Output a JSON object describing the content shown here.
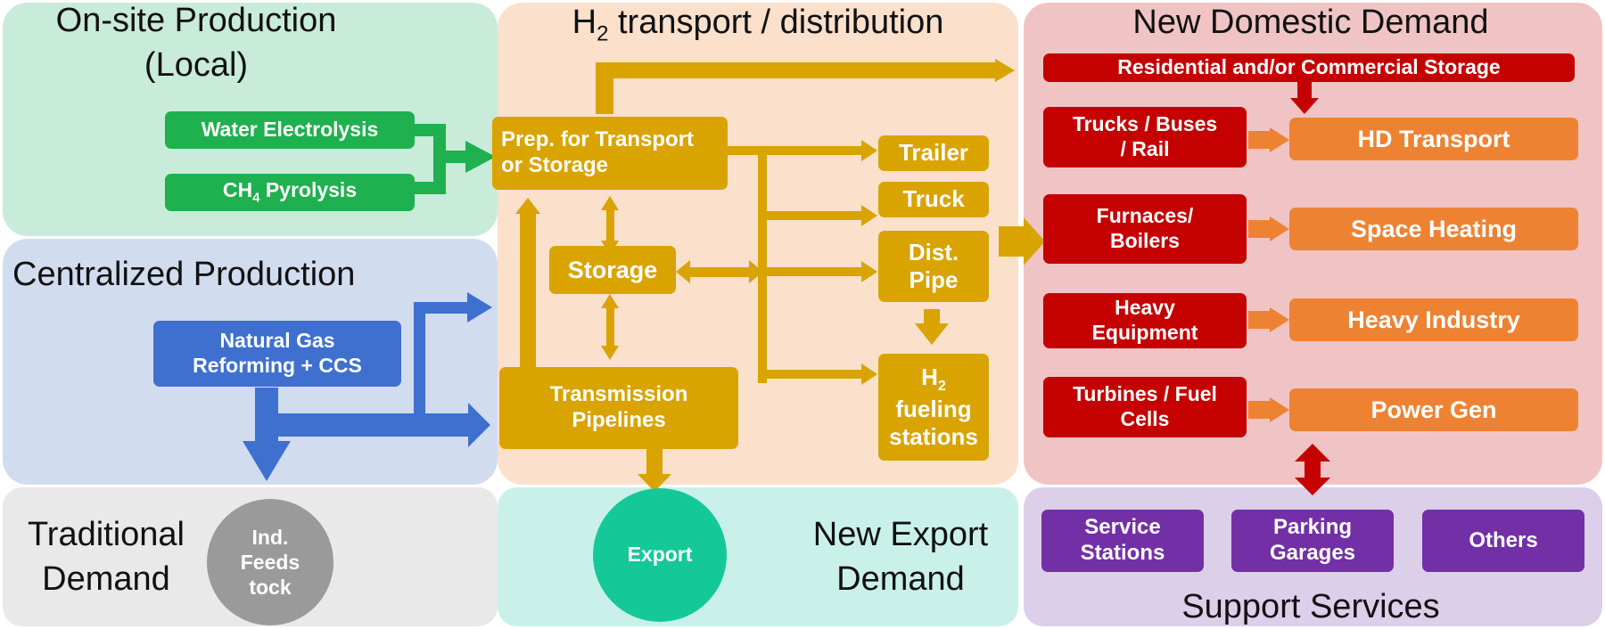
{
  "panels": {
    "onsite": {
      "title_line1": "On-site Production",
      "title_line2": "(Local)"
    },
    "transport": {
      "title_main": "H",
      "title_sub": "2",
      "title_rest": " transport / distribution"
    },
    "domestic": {
      "title": "New Domestic Demand"
    },
    "centralized": {
      "title": "Centralized Production"
    },
    "traditional": {
      "title_line1": "Traditional",
      "title_line2": "Demand"
    },
    "export_panel": {
      "title_line1": "New Export",
      "title_line2": "Demand"
    },
    "support": {
      "title": "Support Services"
    }
  },
  "production": {
    "water_electrolysis": "Water Electrolysis",
    "ch4_main": "CH",
    "ch4_sub": "4",
    "ch4_rest": " Pyrolysis",
    "ng_line1": "Natural Gas",
    "ng_line2": "Reforming + CCS"
  },
  "transport_nodes": {
    "prep_line1": "Prep. for Transport",
    "prep_line2": "or Storage",
    "storage": "Storage",
    "transmission_line1": "Transmission",
    "transmission_line2": "Pipelines",
    "trailer": "Trailer",
    "truck": "Truck",
    "dist_line1": "Dist.",
    "dist_line2": "Pipe",
    "fueling_main": "H",
    "fueling_sub": "2",
    "fueling_line2": "fueling",
    "fueling_line3": "stations"
  },
  "demand": {
    "storage_bar": "Residential and/or Commercial Storage",
    "trucks_line1": "Trucks / Buses",
    "trucks_line2": "/ Rail",
    "furnaces_line1": "Furnaces/",
    "furnaces_line2": "Boilers",
    "heavy_eq_line1": "Heavy",
    "heavy_eq_line2": "Equipment",
    "turbines_line1": "Turbines / Fuel",
    "turbines_line2": "Cells",
    "hd_transport": "HD Transport",
    "space_heating": "Space Heating",
    "heavy_industry": "Heavy Industry",
    "power_gen": "Power Gen"
  },
  "bottom": {
    "ind_line1": "Ind.",
    "ind_line2": "Feeds",
    "ind_line3": "tock",
    "export": "Export",
    "service_line1": "Service",
    "service_line2": "Stations",
    "parking_line1": "Parking",
    "parking_line2": "Garages",
    "others": "Others"
  },
  "colors": {
    "onsite_bg": "#c9ebd9",
    "transport_bg": "#fbe0cc",
    "domestic_bg": "#f0c4c4",
    "centralized_bg": "#d2dcef",
    "traditional_bg": "#e9e9e9",
    "export_bg": "#c9f1ea",
    "support_bg": "#dccfea",
    "green": "#1fb04f",
    "blue": "#3f70d0",
    "gold": "#d9a300",
    "red": "#c40000",
    "orange": "#ee8233",
    "purple": "#7330a6",
    "teal": "#14c997",
    "gray": "#9a9a9a"
  }
}
